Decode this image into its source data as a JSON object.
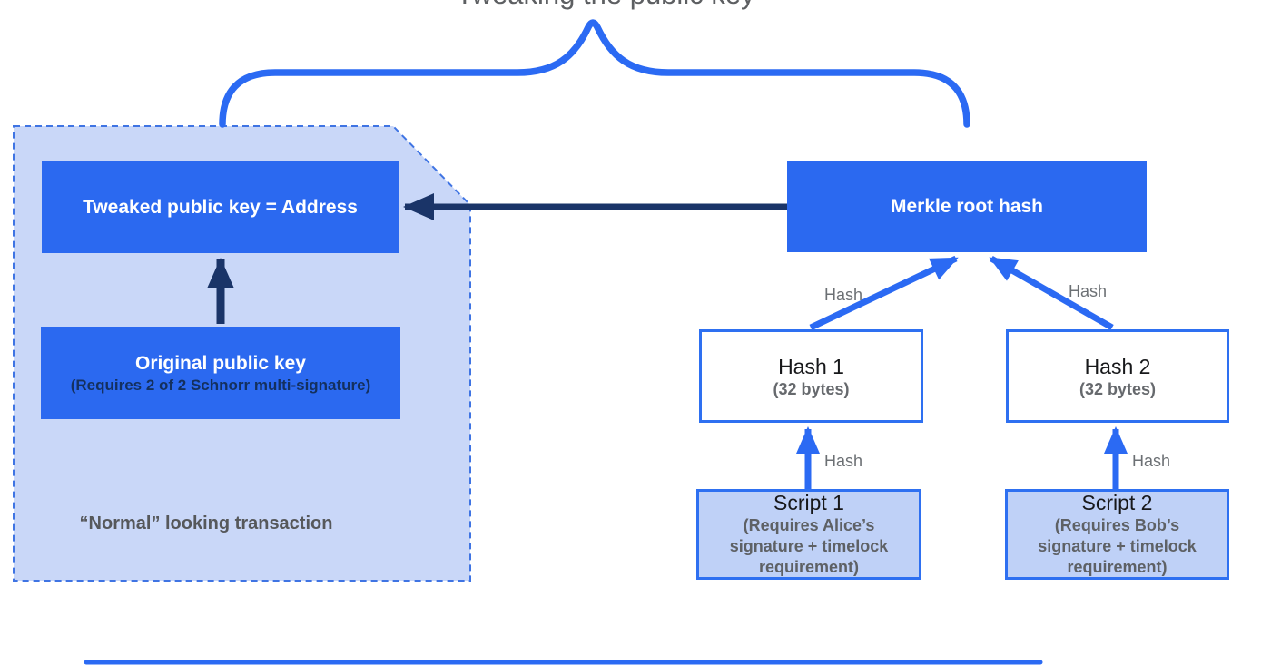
{
  "title": "Tweaking the public key",
  "colors": {
    "accent_blue": "#2b6af3",
    "solid_box_blue": "#2b69f0",
    "navy_arrow": "#1a3468",
    "panel_fill": "#c9d7f8",
    "script_fill": "#bfd1f7",
    "gray_text": "#5e6165"
  },
  "left_panel": {
    "caption": "“Normal” looking transaction",
    "tweaked": {
      "label": "Tweaked public key = Address"
    },
    "original": {
      "label": "Original public key",
      "sublabel": "(Requires 2 of 2 Schnorr multi-signature)"
    }
  },
  "merkle": {
    "label": "Merkle root hash"
  },
  "hashes": [
    {
      "label": "Hash 1",
      "sublabel": "(32 bytes)",
      "edge_label": "Hash"
    },
    {
      "label": "Hash 2",
      "sublabel": "(32 bytes)",
      "edge_label": "Hash"
    }
  ],
  "scripts": [
    {
      "label": "Script 1",
      "sublabel": "(Requires Alice’s signature + timelock requirement)",
      "edge_label": "Hash"
    },
    {
      "label": "Script 2",
      "sublabel": "(Requires Bob’s signature + timelock requirement)",
      "edge_label": "Hash"
    }
  ]
}
